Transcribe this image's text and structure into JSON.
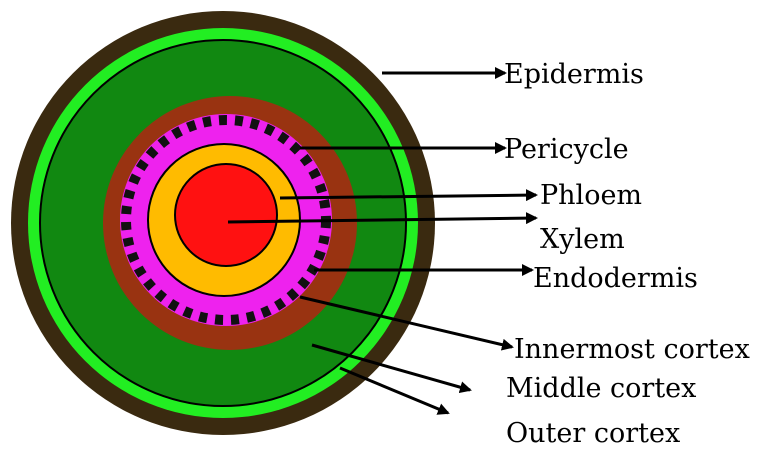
{
  "labels": {
    "epidermis": "Epidermis",
    "pericycle": "Pericycle",
    "phloem": "Phloem",
    "xylem": "Xylem",
    "endodermis": "Endodermis",
    "innermost_cortex": "Innermost cortex",
    "middle_cortex": "Middle cortex",
    "outer_cortex": "Outer cortex"
  },
  "colors": {
    "outer_ring": "#3a2a10",
    "epidermis_ring": "#22ee22",
    "cortex_green": "#118811",
    "innermost_cortex": "#993311",
    "pericycle": "#ee22ee",
    "endodermis_dots": "#111111",
    "phloem": "#ffbb00",
    "xylem": "#ff1111",
    "line": "#000000"
  }
}
